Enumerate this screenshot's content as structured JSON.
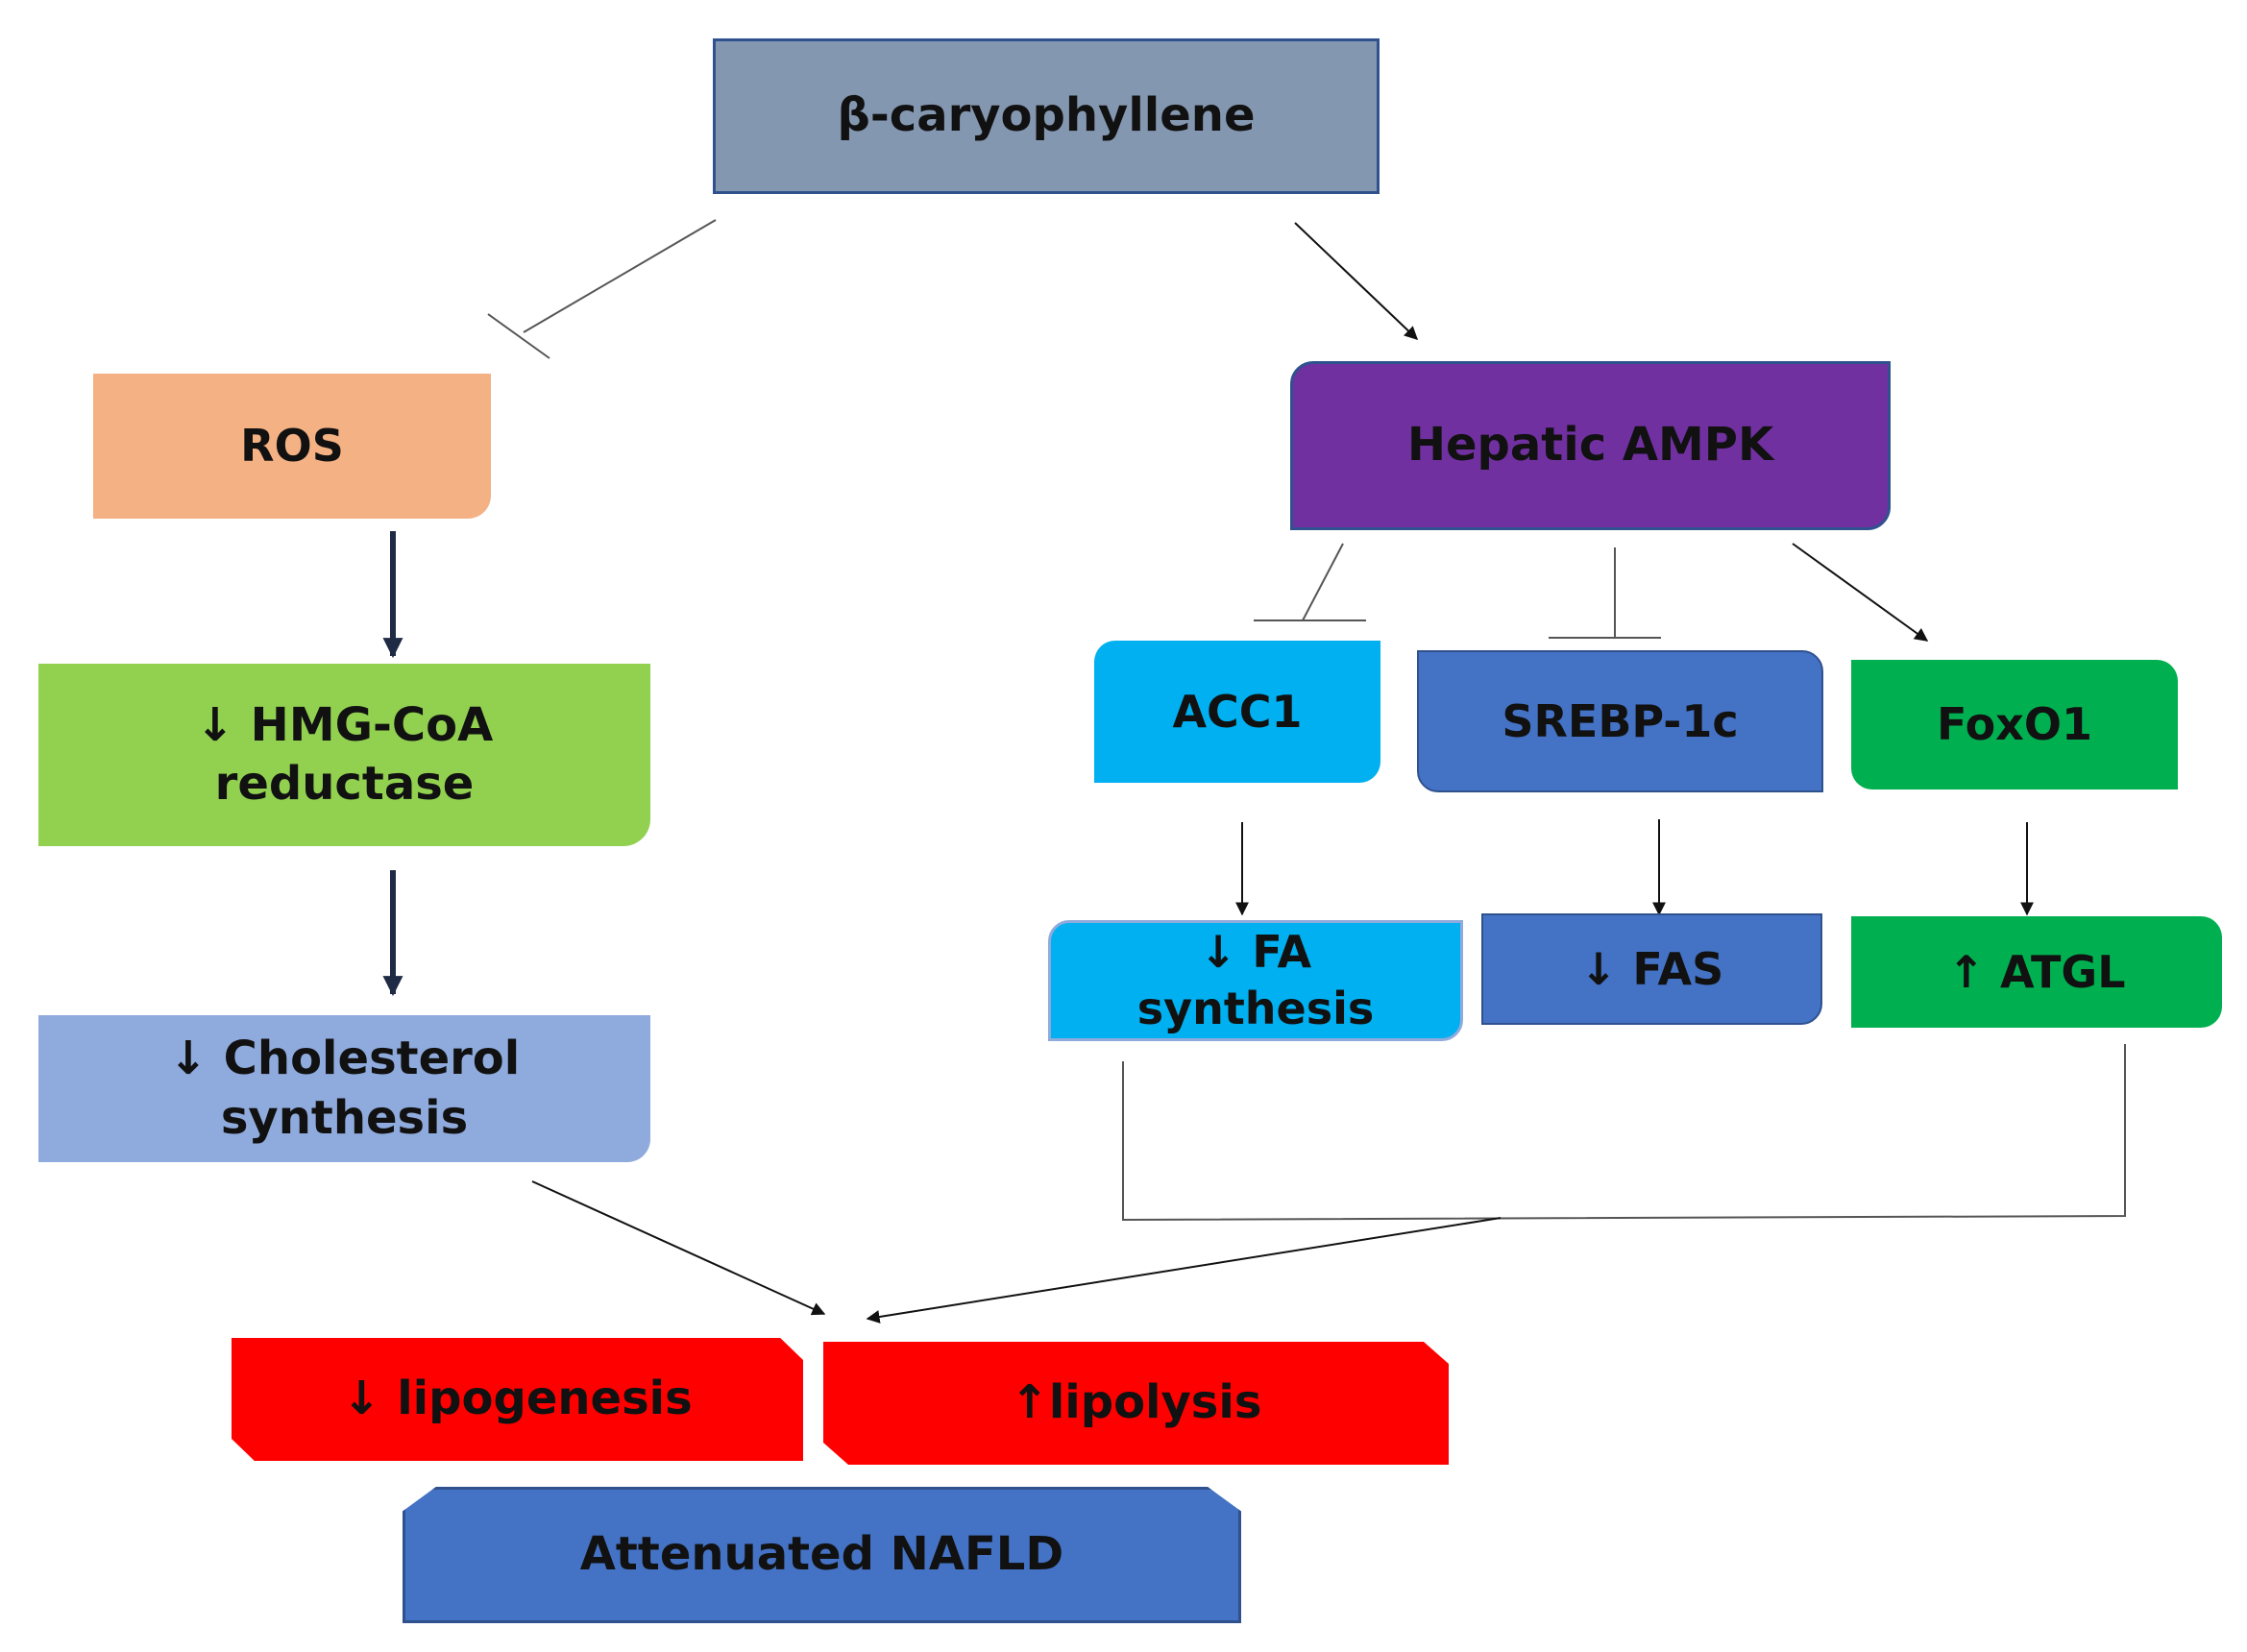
{
  "nodes": {
    "bcp": {
      "label": "β-caryophyllene",
      "color": "#8497b0"
    },
    "ros": {
      "label": "ROS",
      "color": "#f4b183"
    },
    "hmg": {
      "label": "↓ HMG-CoA reductase",
      "color": "#92d050"
    },
    "chol": {
      "label": "↓ Cholesterol synthesis",
      "color": "#8faadc"
    },
    "ampk": {
      "label": "Hepatic AMPK",
      "color": "#7030a0"
    },
    "acc1": {
      "label": "ACC1",
      "color": "#00b0f0"
    },
    "srebp": {
      "label": "SREBP-1c",
      "color": "#4472c4"
    },
    "foxo1": {
      "label": "FoxO1",
      "color": "#00b050"
    },
    "fa": {
      "label": "↓ FA synthesis",
      "color": "#00b0f0"
    },
    "fas": {
      "label": "↓ FAS",
      "color": "#4472c4"
    },
    "atgl": {
      "label": "↑ ATGL",
      "color": "#00b050"
    },
    "lipogen": {
      "label": "↓ lipogenesis",
      "color": "#ff0000"
    },
    "lipolysis": {
      "label": "↑lipolysis",
      "color": "#ff0000"
    },
    "nafld": {
      "label": "Attenuated NAFLD",
      "color": "#4472c4"
    }
  }
}
